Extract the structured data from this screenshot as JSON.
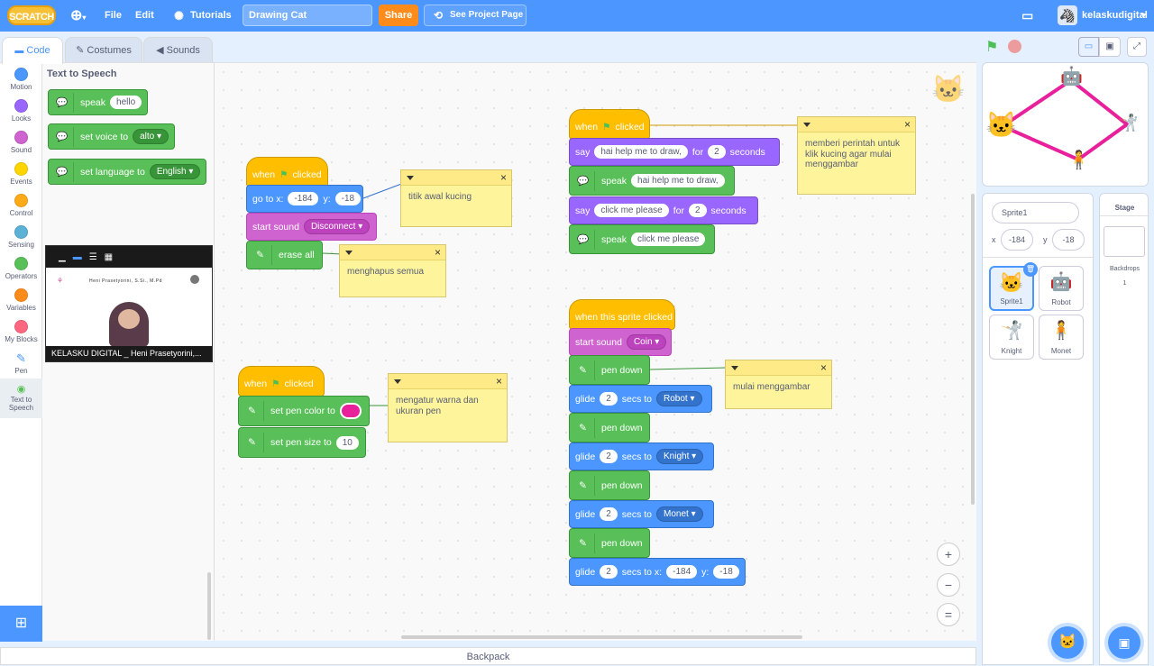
{
  "menu": {
    "logo": "SCRATCH",
    "file": "File",
    "edit": "Edit",
    "tutorials": "Tutorials",
    "project_title": "Drawing Cat",
    "share": "Share",
    "see_project": "See Project Page",
    "username": "kelaskudigital"
  },
  "tabs": {
    "code": "Code",
    "costumes": "Costumes",
    "sounds": "Sounds"
  },
  "categories": [
    {
      "label": "Motion",
      "color": "#4c97ff"
    },
    {
      "label": "Looks",
      "color": "#9966ff"
    },
    {
      "label": "Sound",
      "color": "#cf63cf"
    },
    {
      "label": "Events",
      "color": "#ffd500"
    },
    {
      "label": "Control",
      "color": "#ffab19"
    },
    {
      "label": "Sensing",
      "color": "#5cb1d6"
    },
    {
      "label": "Operators",
      "color": "#59c059"
    },
    {
      "label": "Variables",
      "color": "#ff8c1a"
    },
    {
      "label": "My Blocks",
      "color": "#ff6680"
    },
    {
      "label": "Pen",
      "color": ""
    },
    {
      "label": "Text to Speech",
      "color": ""
    }
  ],
  "palette": {
    "heading": "Text to Speech",
    "speak": "speak",
    "speak_val": "hello",
    "set_voice": "set voice to",
    "voice_val": "alto",
    "set_lang": "set language to",
    "lang_val": "English"
  },
  "video": {
    "presenter_header": "Heni Prasetyorini, S.Si., M.Pd",
    "caption": "KELASKU DIGITAL _ Heni Prasetyorini,..."
  },
  "scripts": {
    "s1": {
      "when": "when",
      "clicked": "clicked",
      "goto": "go to x:",
      "x": "-184",
      "y_label": "y:",
      "y": "-18",
      "start_sound": "start sound",
      "sound": "Disconnect",
      "erase": "erase all"
    },
    "s2": {
      "when": "when",
      "clicked": "clicked",
      "set_color": "set pen color to",
      "set_size": "set pen size to",
      "size": "10"
    },
    "s3": {
      "when": "when",
      "clicked": "clicked",
      "say": "say",
      "say1": "hai help me to draw,",
      "for": "for",
      "secs1": "2",
      "seconds": "seconds",
      "speak": "speak",
      "speak1": "hai help me to draw,",
      "say2": "click me please",
      "secs2": "2",
      "speak2": "click me please"
    },
    "s4": {
      "hat": "when this sprite clicked",
      "start_sound": "start sound",
      "sound": "Coin",
      "pen_down": "pen down",
      "glide": "glide",
      "secs_to": "secs to",
      "g1": "2",
      "t1": "Robot",
      "g2": "2",
      "t2": "Knight",
      "g3": "2",
      "t3": "Monet",
      "g4": "2",
      "secs_to_x": "secs to x:",
      "gx": "-184",
      "y_label": "y:",
      "gy": "-18"
    }
  },
  "notes": {
    "n1": "titik awal kucing",
    "n2": "menghapus semua",
    "n3": "mengatur warna dan ukuran pen",
    "n4": "memberi perintah untuk klik kucing agar mulai menggambar",
    "n5": "mulai menggambar"
  },
  "sprite_info": {
    "name": "Sprite1",
    "x_label": "x",
    "x": "-184",
    "y_label": "y",
    "y": "-18"
  },
  "sprites": [
    "Sprite1",
    "Robot",
    "Knight",
    "Monet"
  ],
  "stage": {
    "label": "Stage",
    "backdrops": "Backdrops",
    "count": "1"
  },
  "backpack": "Backpack"
}
